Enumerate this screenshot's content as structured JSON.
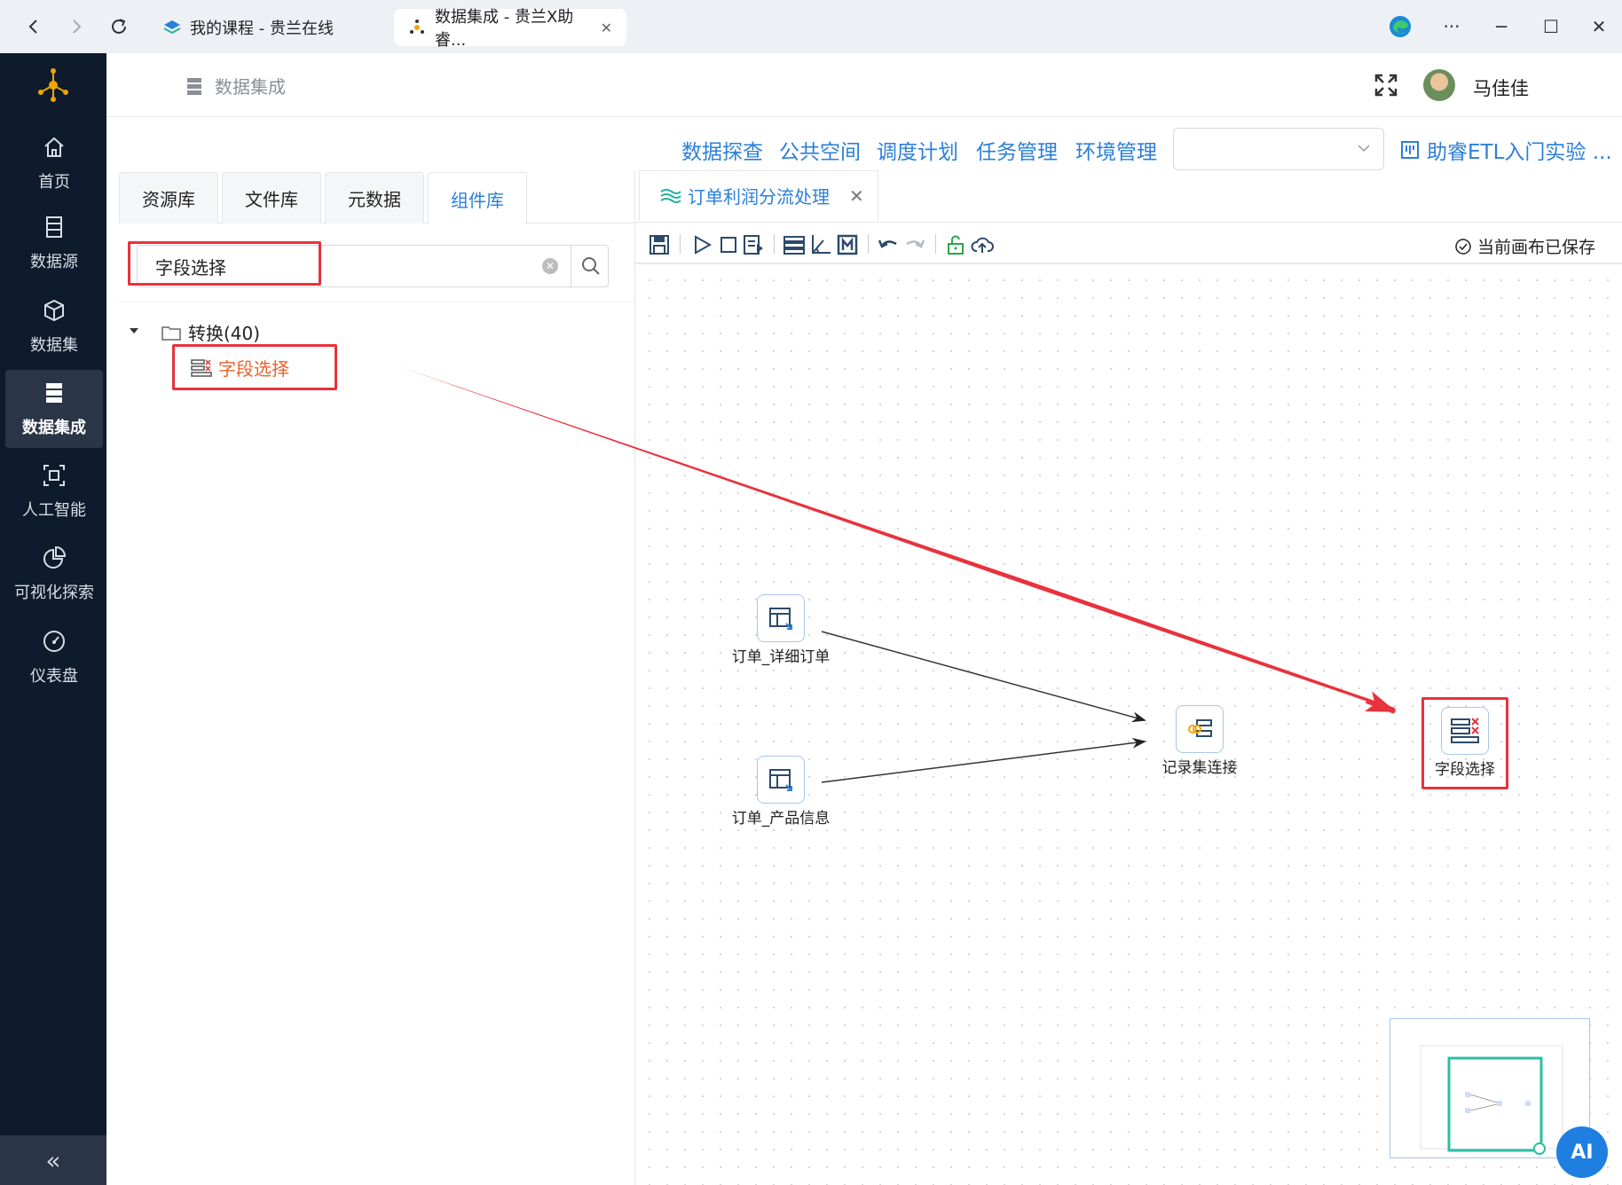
{
  "browser": {
    "tabs": [
      {
        "title": "我的课程 - 贵兰在线"
      },
      {
        "title": "数据集成 - 贵兰X助睿...",
        "close": "✕"
      }
    ],
    "controls": {
      "more": "···",
      "minimize": "─",
      "maximize": "☐",
      "close": "✕"
    }
  },
  "sidebar": {
    "items": [
      {
        "label": "首页",
        "icon": "home-icon"
      },
      {
        "label": "数据源",
        "icon": "database-icon"
      },
      {
        "label": "数据集",
        "icon": "cube-icon"
      },
      {
        "label": "数据集成",
        "icon": "server-icon",
        "active": true
      },
      {
        "label": "人工智能",
        "icon": "ai-icon"
      },
      {
        "label": "可视化探索",
        "icon": "pie-chart-icon"
      },
      {
        "label": "仪表盘",
        "icon": "gauge-icon"
      }
    ],
    "collapse": "«"
  },
  "header": {
    "breadcrumb": "数据集成",
    "username": "马佳佳"
  },
  "menu": {
    "links": [
      "数据探查",
      "公共空间",
      "调度计划",
      "任务管理",
      "环境管理"
    ],
    "select_value": "",
    "project": "助睿ETL入门实验 ..."
  },
  "left_panel": {
    "tabs": [
      "资源库",
      "文件库",
      "元数据",
      "组件库"
    ],
    "active_tab": 3,
    "search": {
      "value": "字段选择",
      "placeholder": ""
    },
    "tree": {
      "folder": "转换(40)",
      "leaf": "字段选择"
    }
  },
  "editor": {
    "doc_tab": "订单利润分流处理",
    "doc_close": "✕",
    "saved_status": "当前画布已保存",
    "nodes": [
      {
        "label": "订单_详细订单"
      },
      {
        "label": "订单_产品信息"
      },
      {
        "label": "记录集连接"
      },
      {
        "label": "字段选择"
      }
    ]
  },
  "ai_button": "AI",
  "colors": {
    "accent": "#2b7fd9",
    "sidebar_bg": "#0e1b2c",
    "highlight": "#e8323c",
    "leaf_text": "#e8642c"
  }
}
